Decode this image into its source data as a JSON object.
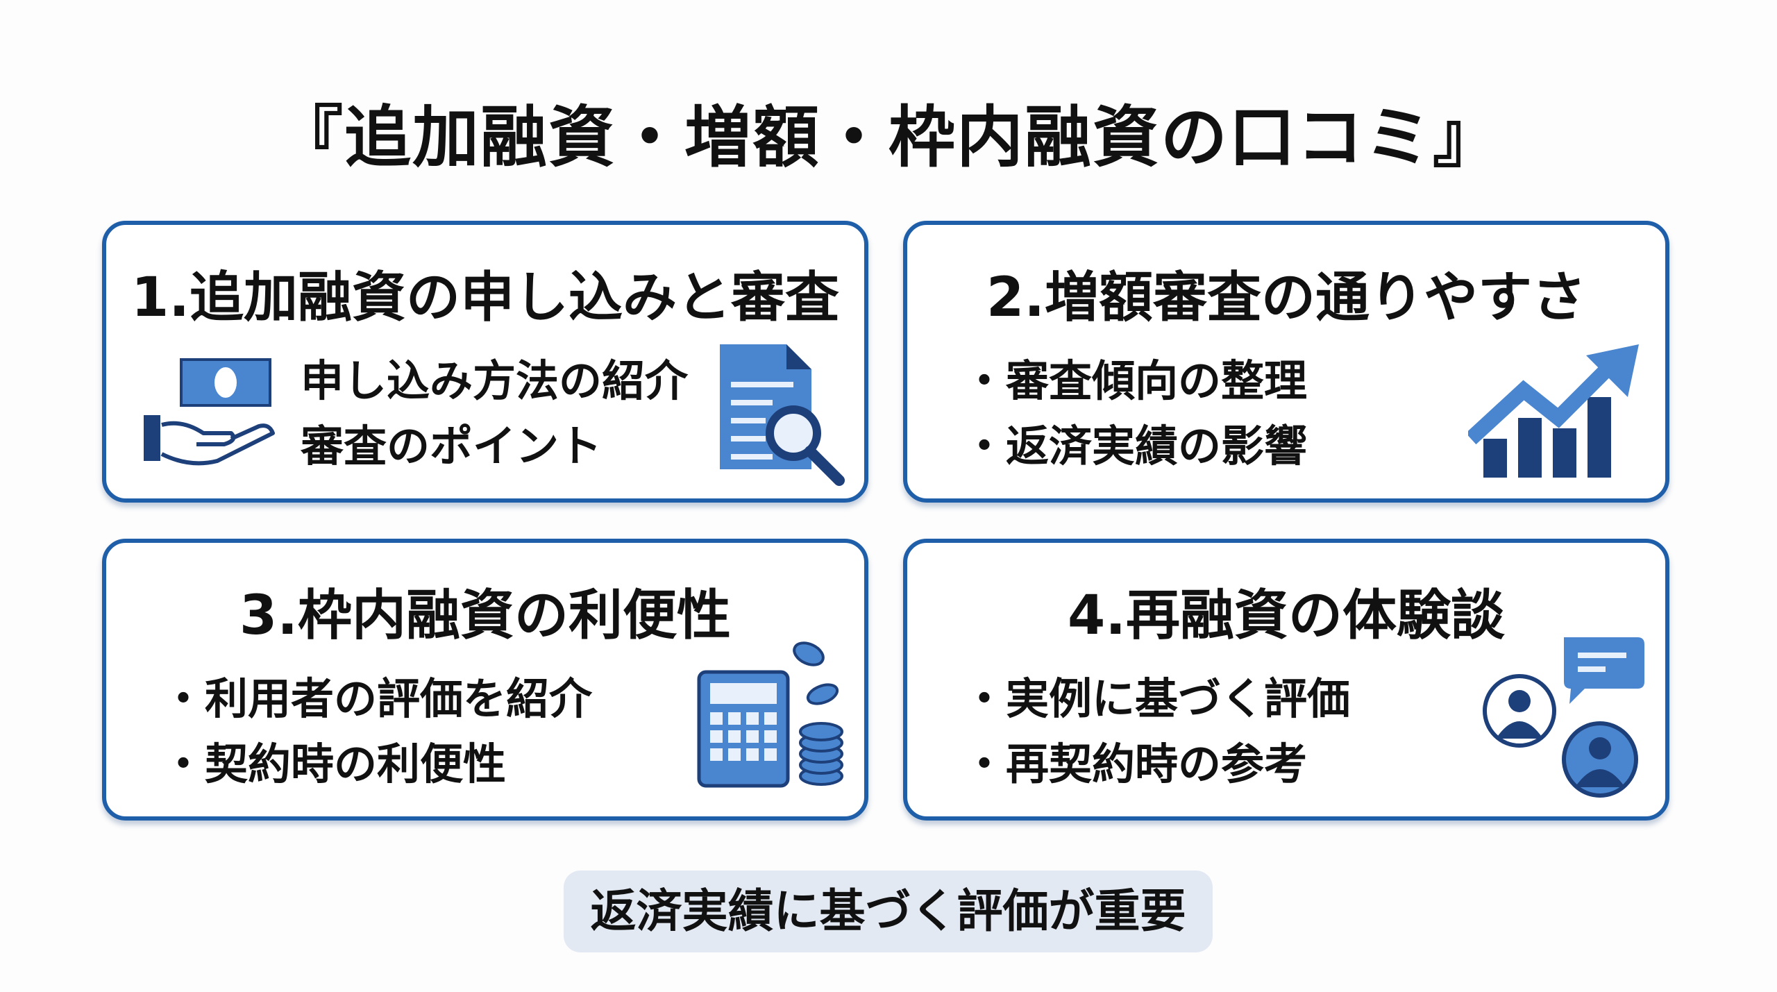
{
  "title": "『追加融資・増額・枠内融資の口コミ』",
  "cards": [
    {
      "heading": "1.追加融資の申し込みと審査",
      "lines": [
        "申し込み方法の紹介",
        "審査のポイント"
      ],
      "icons": [
        "money-hand-icon",
        "document-search-icon"
      ]
    },
    {
      "heading": "2.増額審査の通りやすさ",
      "lines": [
        "・審査傾向の整理",
        "・返済実績の影響"
      ],
      "icons": [
        "growth-chart-icon"
      ]
    },
    {
      "heading": "3.枠内融資の利便性",
      "lines": [
        "・利用者の評価を紹介",
        "・契約時の利便性"
      ],
      "icons": [
        "calculator-coins-icon"
      ]
    },
    {
      "heading": "4.再融資の体験談",
      "lines": [
        "・実例に基づく評価",
        "・再契約時の参考"
      ],
      "icons": [
        "users-chat-icon"
      ]
    }
  ],
  "footer": "返済実績に基づく評価が重要",
  "colors": {
    "border": "#1f5ea8",
    "icon_light": "#4a86cf",
    "icon_dark": "#1d3f7a",
    "pill": "#e3e9f3"
  }
}
